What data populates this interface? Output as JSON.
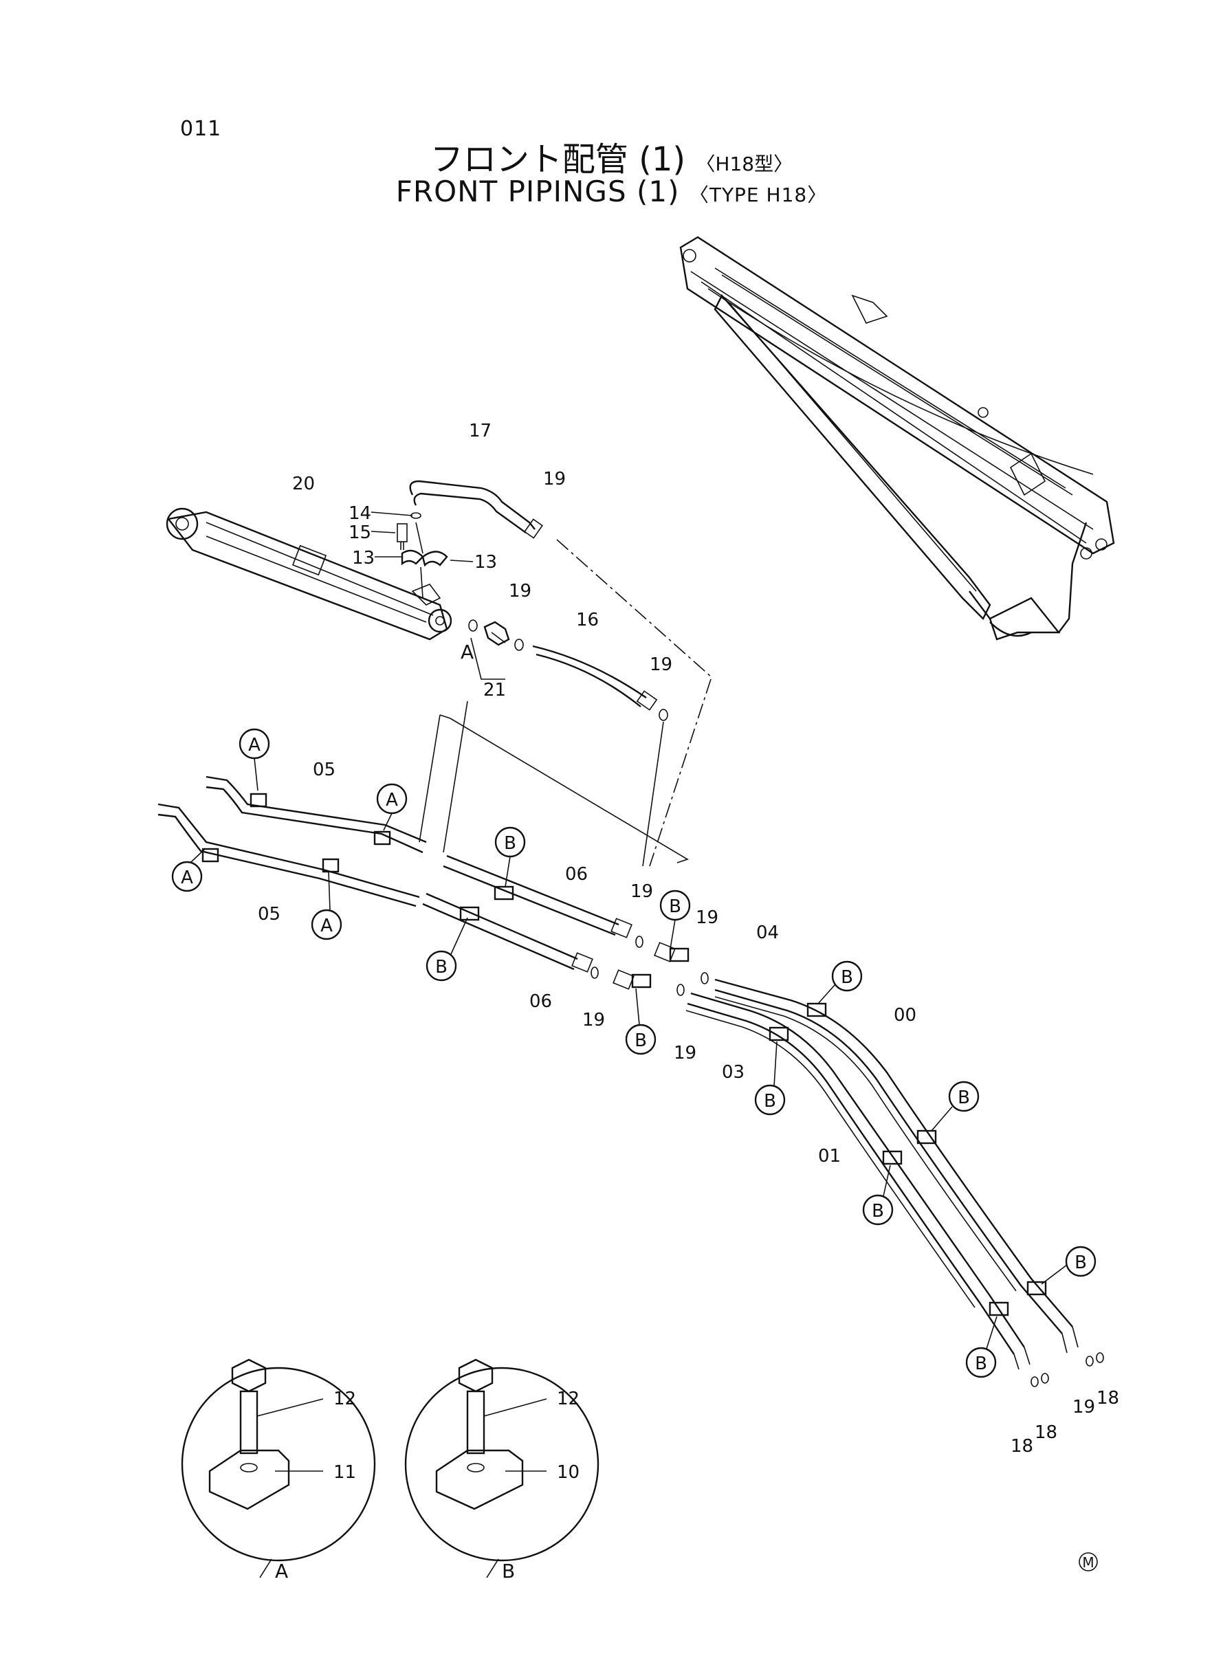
{
  "page_number": "011",
  "title_jp": "フロント配管 (1)",
  "title_jp_type": "〈H18型〉",
  "title_en": "FRONT PIPINGS (1)",
  "title_en_type": "〈TYPE H18〉",
  "mark": "M",
  "labels": {
    "p20": "20",
    "p17": "17",
    "p19a": "19",
    "p14": "14",
    "p15": "15",
    "p13a": "13",
    "p13b": "13",
    "p19b": "19",
    "p16": "16",
    "p19c": "19",
    "pA": "A",
    "p21": "21",
    "p05a": "05",
    "p05b": "05",
    "p06a": "06",
    "p06b": "06",
    "p19d": "19",
    "p19e": "19",
    "p19f": "19",
    "p19g": "19",
    "p04": "04",
    "p03": "03",
    "p00": "00",
    "p01": "01",
    "p19h": "19",
    "p18a": "18",
    "p18b": "18",
    "p18c": "18",
    "p12a": "12",
    "p11": "11",
    "p12b": "12",
    "p10": "10",
    "detailA": "A",
    "detailB": "B"
  },
  "markers": {
    "A": "A",
    "B": "B"
  }
}
